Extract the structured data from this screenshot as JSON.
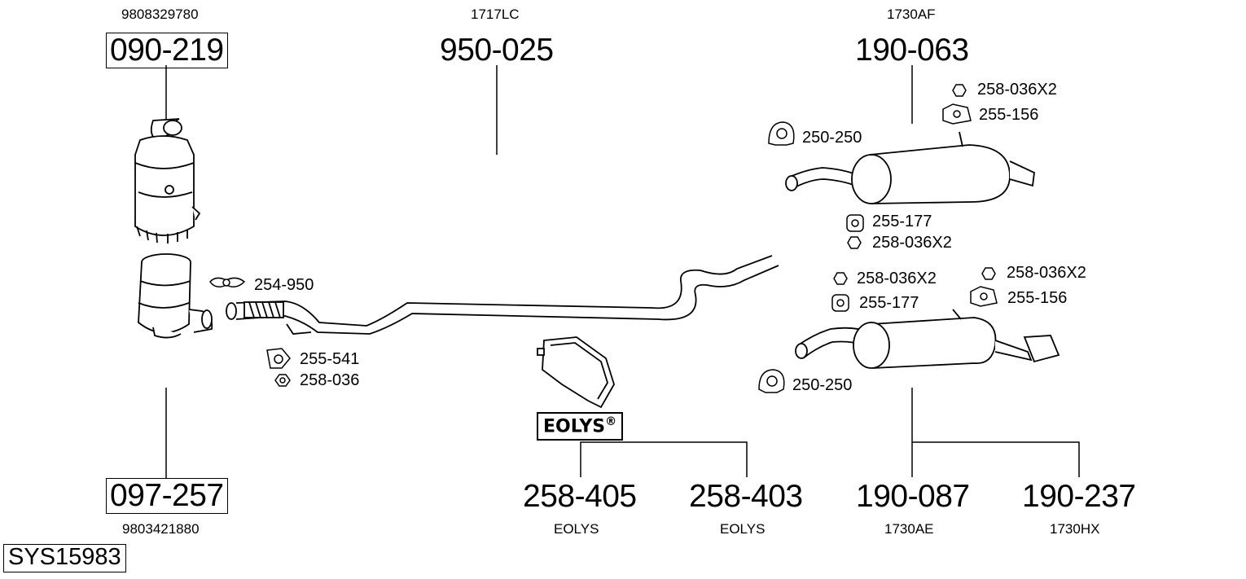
{
  "top": {
    "cat_ref": "9808329780",
    "cat_part": "090-219",
    "pipe_ref": "1717LC",
    "pipe_part": "950-025",
    "rear_ref": "1730AF",
    "rear_part": "190-063"
  },
  "bottom": {
    "dpf_part": "097-257",
    "dpf_ref": "9803421880",
    "eolys1_part": "258-405",
    "eolys1_ref": "EOLYS",
    "eolys2_part": "258-403",
    "eolys2_ref": "EOLYS",
    "rear1_part": "190-087",
    "rear1_ref": "1730AE",
    "rear2_part": "190-237",
    "rear2_ref": "1730HX"
  },
  "small_parts": {
    "clamp_front": "254-950",
    "mount_front": "255-541",
    "nut_front": "258-036",
    "nut_top_a": "258-036X2",
    "rubber_top_a": "255-156",
    "clamp_top": "250-250",
    "hanger_mid": "255-177",
    "nut_mid": "258-036X2",
    "nut_low_left": "258-036X2",
    "hanger_low": "255-177",
    "nut_low_right": "258-036X2",
    "rubber_low": "255-156",
    "clamp_low": "250-250"
  },
  "eolys_label": "EOLYS",
  "eolys_reg": "®",
  "system_id": "SYS15983"
}
